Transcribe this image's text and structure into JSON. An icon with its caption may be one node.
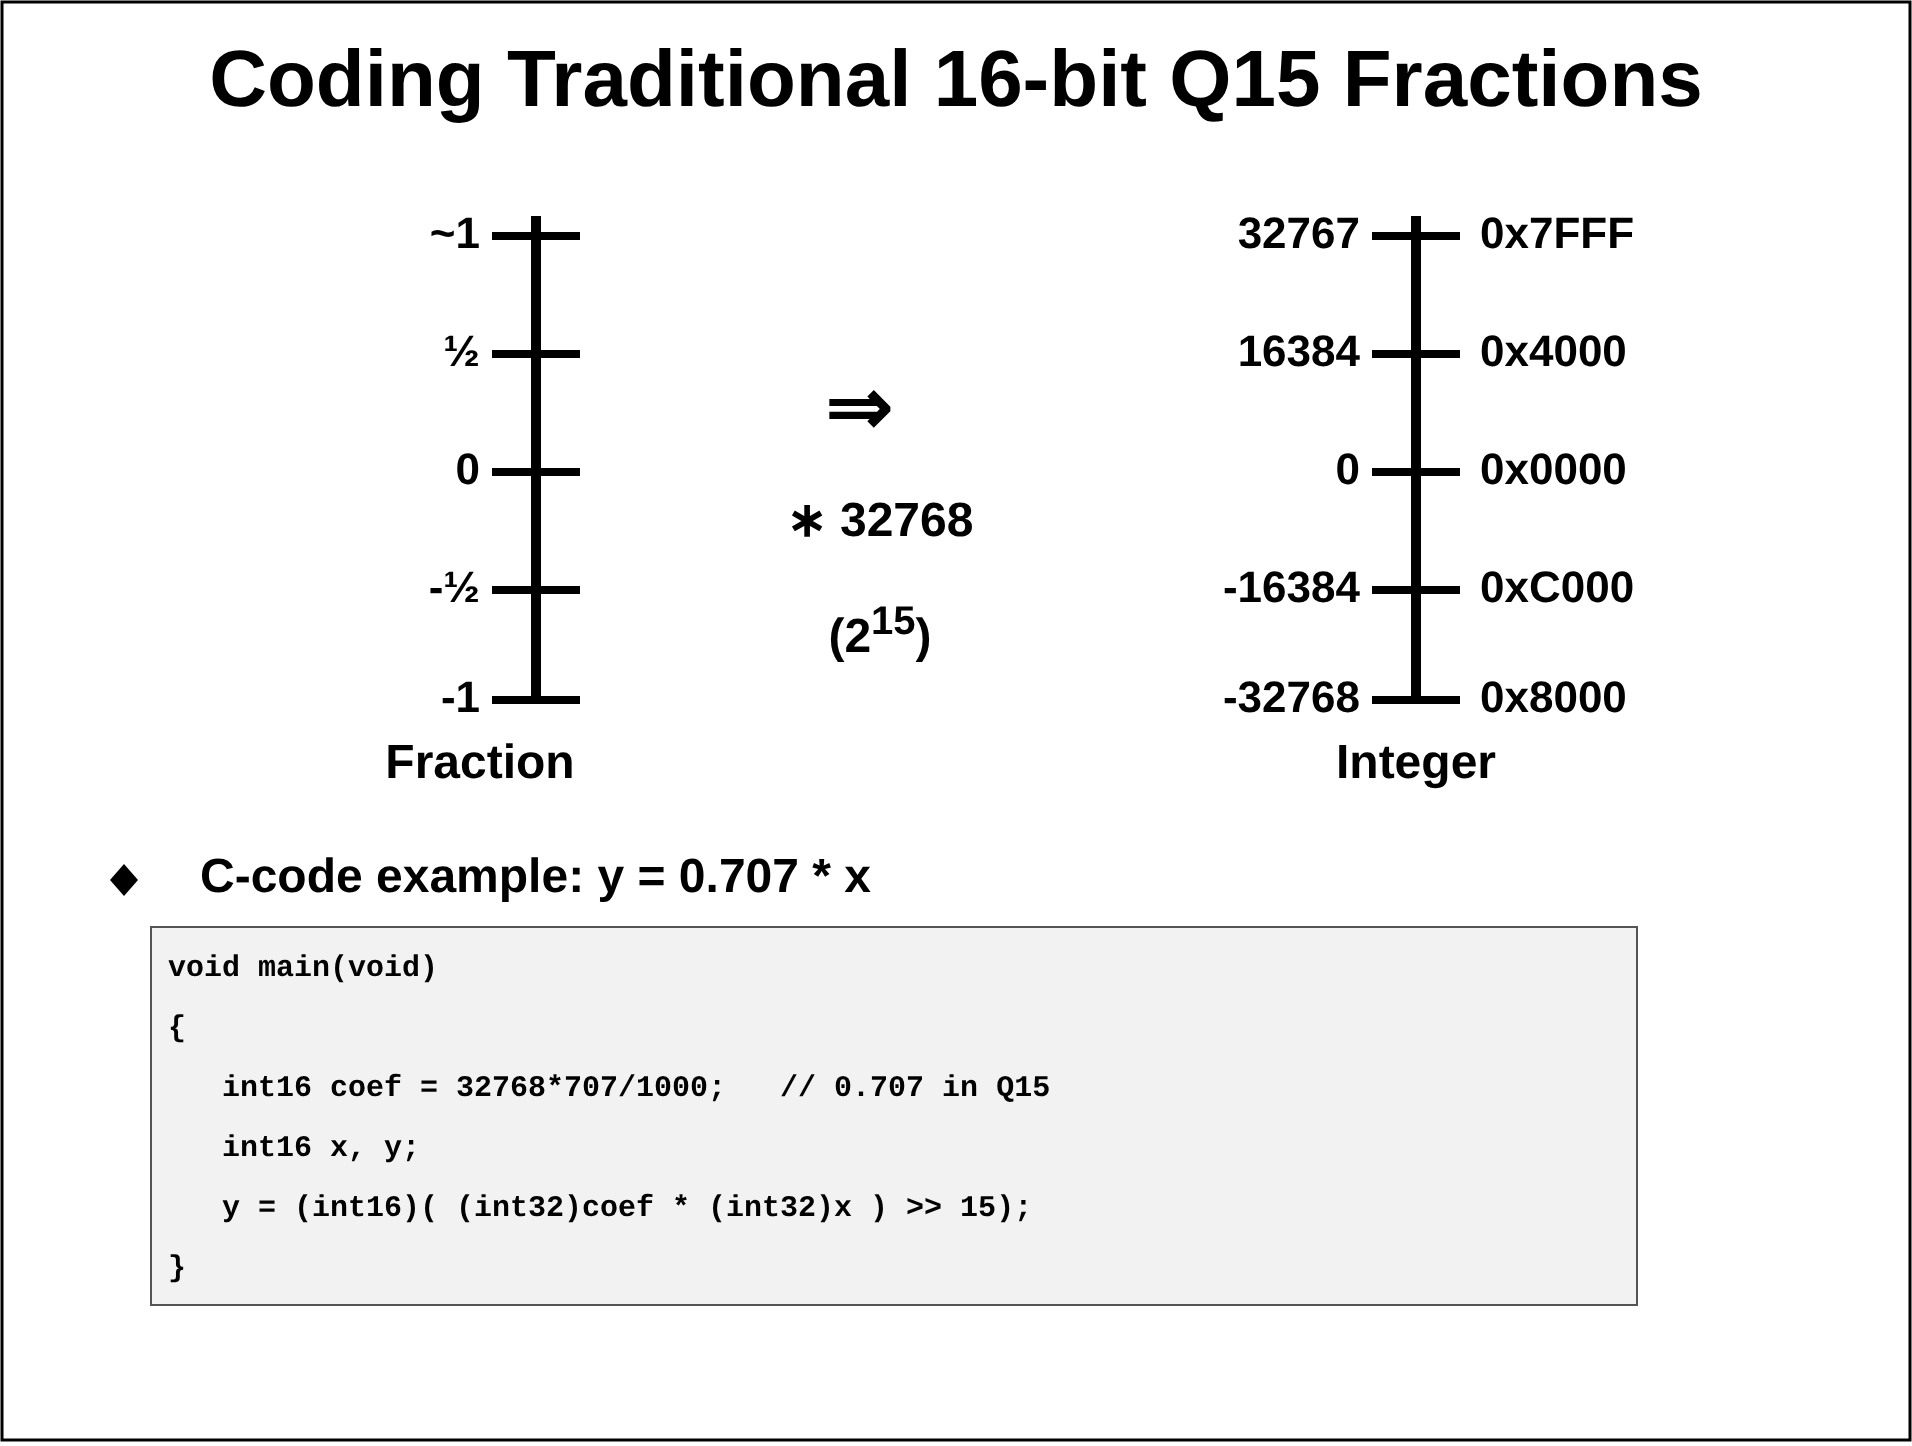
{
  "diagram": {
    "title": "Coding Traditional 16-bit Q15 Fractions",
    "nodes": [
      {
        "text": [
          "void main(void)",
          "{",
          "int16 coef = 32768*707/1000;   // 0.707 in Q15",
          "int16 x, y;",
          "y = (int16)( (int32)coef * (int32)x ) >> 15);",
          "}"
        ]
      }
    ],
    "edges": [],
    "labels": [
      "~1",
      "½",
      "0",
      "-½",
      "-1",
      "Fraction",
      "⇒",
      "∗ 32768",
      "(2$^{15}$)",
      "32767",
      "0x7FFF",
      "16384",
      "0x4000",
      "0",
      "0x0000",
      "-16384",
      "0xC000",
      "-32768",
      "0x8000",
      "Integer",
      "C-code example: y = 0.707 * x"
    ]
  }
}
